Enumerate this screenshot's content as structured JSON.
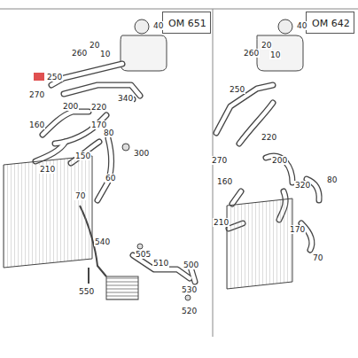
{
  "diagram": {
    "nodes": [
      {
        "text": [
          "OM 651"
        ]
      },
      {
        "text": [
          "OM 642"
        ]
      }
    ],
    "labels": [
      "40",
      "20",
      "260",
      "10",
      "250",
      "270",
      "340",
      "200",
      "220",
      "80",
      "160",
      "170",
      "210",
      "150",
      "300",
      "60",
      "70",
      "540",
      "505",
      "510",
      "500",
      "550",
      "530",
      "520",
      "40",
      "20",
      "260",
      "10",
      "250",
      "270",
      "220",
      "200",
      "80",
      "160",
      "320",
      "210",
      "170",
      "70"
    ]
  }
}
